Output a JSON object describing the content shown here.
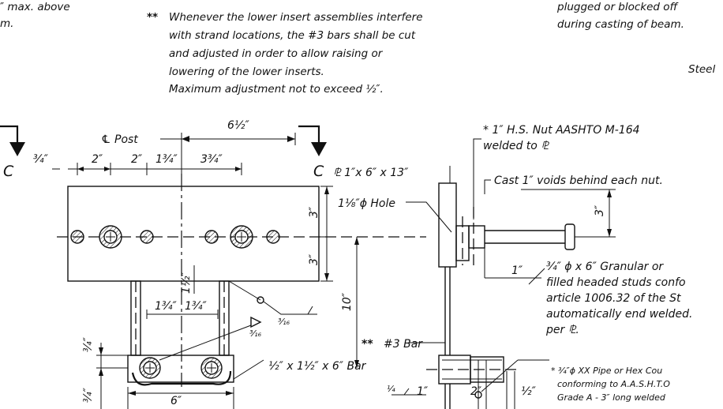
{
  "notes": {
    "top_left": [
      "″ max. above",
      "m."
    ],
    "stars": "**",
    "center": [
      "Whenever the lower insert assemblies interfere",
      "with strand locations, the #3 bars shall be cut",
      "and adjusted in order to allow raising or",
      "lowering of the lower inserts.",
      "Maximum adjustment not to exceed ½″."
    ],
    "top_right": [
      "plugged or blocked off",
      "during casting of beam."
    ],
    "steel": "Steel"
  },
  "section": {
    "left_letter": "C",
    "right_letter": "C"
  },
  "labels": {
    "post": "℄ Post",
    "plate": "⅊ 1″x 6″ x 13″",
    "hole": "1⅛″ϕ Hole",
    "bar3": "#3 Bar",
    "bar3_stars": "**",
    "bar_small": "½″ x 1½″ x 6″ Bar",
    "nut": [
      "* 1″ H.S. Nut AASHTO M-164",
      "welded to ⅊"
    ],
    "voids": "Cast 1″ voids behind each nut.",
    "studs": [
      "¾″ ϕ x 6″ Granular or",
      "filled headed studs confo",
      "article 1006.32 of the St",
      "automatically end welded.",
      "per ⅊."
    ],
    "pipe": [
      "* ¾″ϕ XX Pipe or Hex Cou",
      "conforming to A.A.S.H.T.O",
      "Grade A - 3″ long welded"
    ]
  },
  "dims": {
    "d_6half": "6½″",
    "d_3q": "¾″",
    "d_2a": "2″",
    "d_2b": "2″",
    "d_1_3q_top": "1¾″",
    "d_3_3q": "3¾″",
    "d_3_upper": "3″",
    "d_3_lower": "3″",
    "d_1half": "1½″",
    "d_1_3q_a": "1¾″",
    "d_1_3q_b": "1¾″",
    "d_10": "10″",
    "d_3q_upper": "¾″",
    "d_3q_lower": "¾″",
    "d_6": "6″",
    "d_3_right": "3″",
    "d_1_right": "1″",
    "d_1_bottom": "1″",
    "d_2_bottom": "2″",
    "d_half_bottom": "½″",
    "weld_3_16_a": "³⁄₁₆",
    "weld_3_16_b": "³⁄₁₆",
    "weld_1_4": "¼"
  }
}
